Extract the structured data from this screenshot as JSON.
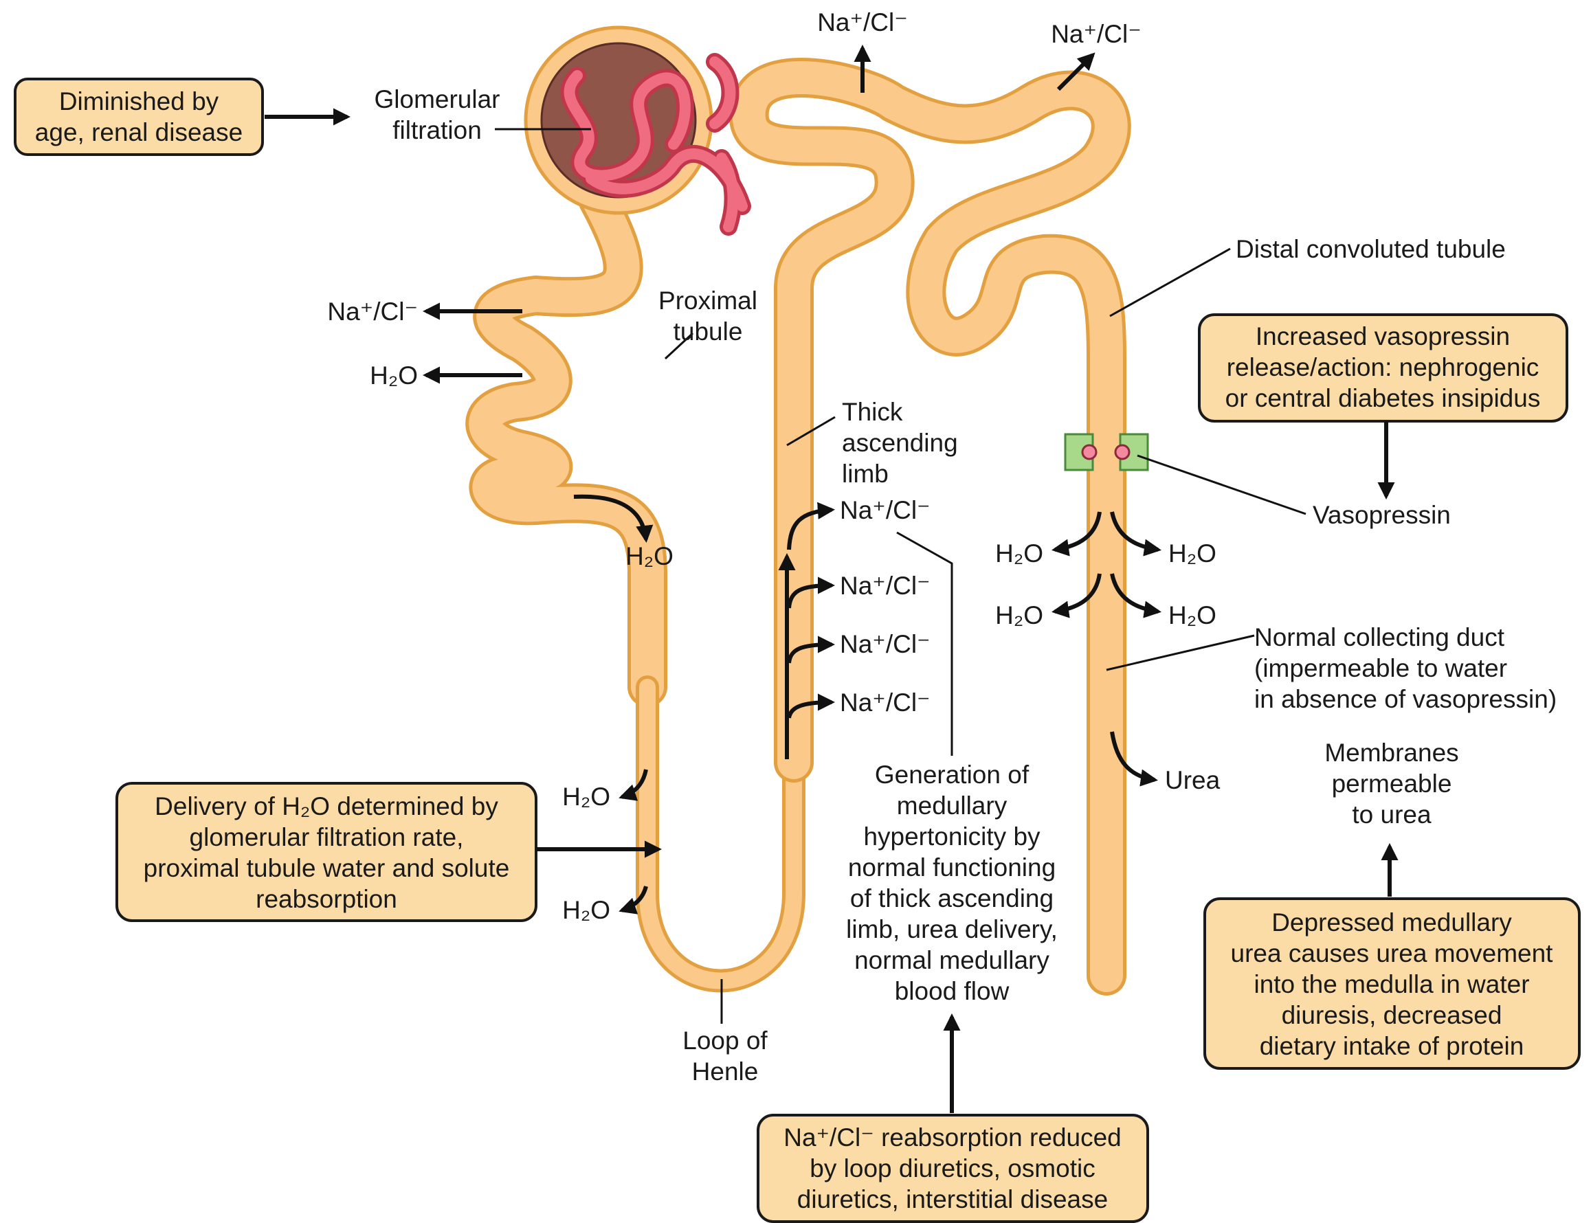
{
  "labels": {
    "glomerular_filtration": [
      "Glomerular",
      "filtration"
    ],
    "proximal_tubule": [
      "Proximal",
      "tubule"
    ],
    "thick_ascending_limb": [
      "Thick",
      "ascending",
      "limb"
    ],
    "distal_convoluted_tubule": "Distal convoluted tubule",
    "vasopressin": "Vasopressin",
    "normal_collecting_duct": [
      "Normal collecting duct",
      "(impermeable to water",
      "in absence of vasopressin)"
    ],
    "loop_of_henle": [
      "Loop of",
      "Henle"
    ],
    "membranes_permeable": [
      "Membranes",
      "permeable",
      "to urea"
    ],
    "generation_hypertonicity": [
      "Generation of",
      "medullary",
      "hypertonicity by",
      "normal functioning",
      "of thick ascending",
      "limb, urea delivery,",
      "normal medullary",
      "blood flow"
    ],
    "urea": "Urea"
  },
  "ions": {
    "na_cl": "Na⁺/Cl⁻",
    "h2o": "H₂O"
  },
  "boxes": {
    "diminished": [
      "Diminished by",
      "age, renal disease"
    ],
    "delivery": [
      "Delivery of H₂O determined by",
      "glomerular filtration rate,",
      "proximal tubule water and solute",
      "reabsorption"
    ],
    "vasopressin_increase": [
      "Increased vasopressin",
      "release/action: nephrogenic",
      "or central diabetes insipidus"
    ],
    "depressed_urea": [
      "Depressed medullary",
      "urea causes urea movement",
      "into the medulla in water",
      "diuresis, decreased",
      "dietary intake of protein"
    ],
    "nacl_reduced": [
      "Na⁺/Cl⁻ reabsorption reduced",
      "by loop diuretics, osmotic",
      "diuretics, interstitial disease"
    ]
  },
  "colors": {
    "tubule_fill": "#fbc98a",
    "tubule_edge": "#e3a040",
    "glomerulus": "#e8566a",
    "capsule_inner": "#8f5548",
    "box_fill": "#fbdba6",
    "receptor": "#a8d88a"
  }
}
